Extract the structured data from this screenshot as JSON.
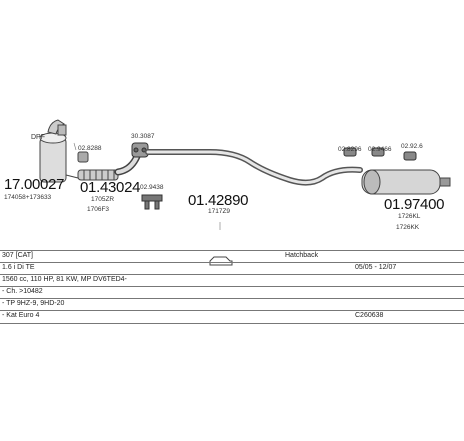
{
  "parts": {
    "p1": {
      "code": "17.00027",
      "sub": "174058+173633",
      "tag": "DPF"
    },
    "p2": {
      "code": "01.43024",
      "sub1": "1705ZR",
      "sub2": "1706F3",
      "ref": "02.8288"
    },
    "p3": {
      "ref1": "30.3087",
      "ref2": "02.9438"
    },
    "p4": {
      "code": "01.42890",
      "sub": "1717Z9"
    },
    "p5": {
      "code": "01.97400",
      "sub1": "1726KL",
      "sub2": "1726KK",
      "ref1": "02.8296",
      "ref2": "02.9466",
      "ref3": "02.92.6"
    }
  },
  "table": {
    "rows": [
      {
        "c1": "307 [CAT]",
        "c3": "Hatchback"
      },
      {
        "c1": "1.6 i Di TE",
        "c4": "05/05 - 12/07"
      },
      {
        "c1": "1560 cc, 110 HP, 81 KW, MP DV6TED4-"
      },
      {
        "c1": "- Ch. >10482"
      },
      {
        "c1": "- TP 9HZ-9, 9HD-20"
      },
      {
        "c1": "- Kat Euro 4",
        "c4": "C260638"
      }
    ]
  }
}
